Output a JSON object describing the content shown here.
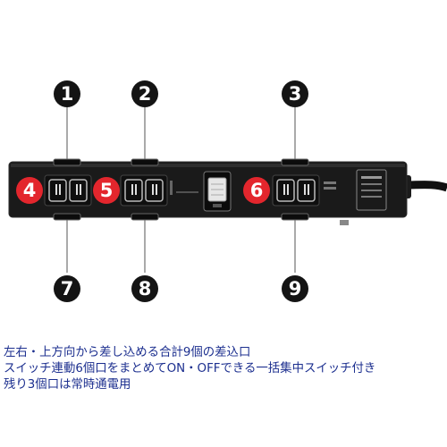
{
  "callouts": {
    "top": [
      {
        "label": "1",
        "color": "#141414"
      },
      {
        "label": "2",
        "color": "#141414"
      },
      {
        "label": "3",
        "color": "#141414"
      }
    ],
    "middle": [
      {
        "label": "4",
        "color": "#e3262d"
      },
      {
        "label": "5",
        "color": "#e3262d"
      },
      {
        "label": "6",
        "color": "#e3262d"
      }
    ],
    "bottom": [
      {
        "label": "7",
        "color": "#141414"
      },
      {
        "label": "8",
        "color": "#141414"
      },
      {
        "label": "9",
        "color": "#141414"
      }
    ]
  },
  "strip_body_color": "#1a1a1a",
  "caption": {
    "line1": "左右・上方向から差し込める合計9個の差込口",
    "line2": "スイッチ連動6個口をまとめてON・OFFできる一括集中スイッチ付き",
    "line3": "残り3個口は常時通電用",
    "color": "#1c2f8f"
  }
}
